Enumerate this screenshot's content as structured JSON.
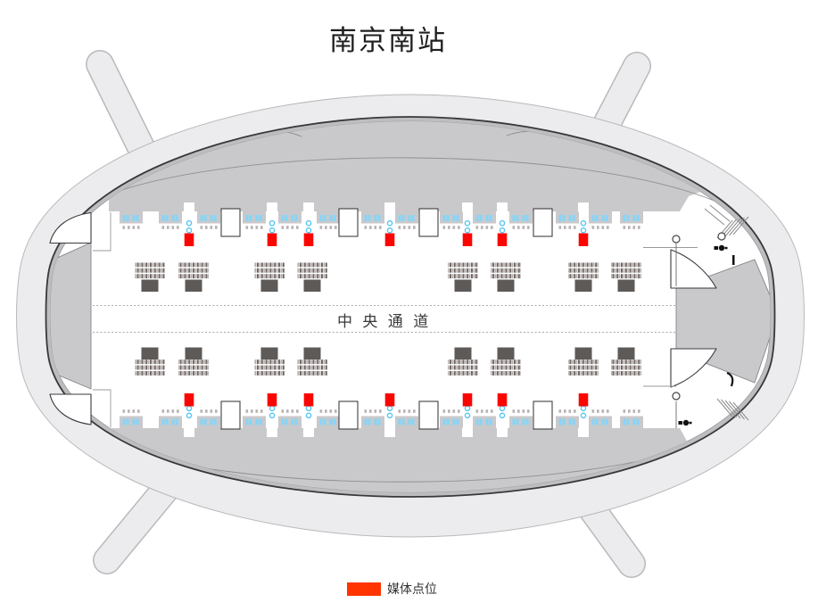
{
  "title": "南京南站",
  "corridor_label": "中 央 通 道",
  "legend": {
    "label": "媒体点位",
    "color": "#ff3400"
  },
  "palette": {
    "shell": "#ececee",
    "shell_stroke": "#b9b9bc",
    "ring": "#bdbdc0",
    "ring_line": "#38383a",
    "floor": "#ffffff",
    "floor_stroke": "#9a9a9e",
    "platform": "#c9c9cb",
    "structure_outline": "#85858a",
    "gate_blue": "#85d5f8",
    "circle_blue": "#55c6f2",
    "media_red": "#fa0600",
    "legend_red": "#ff3400",
    "gate_dot": "#b8b2b0",
    "seat_dark": "#6e6562",
    "seat_light": "#b2abaa",
    "seat_pedestal": "#5d5a58",
    "stair_stroke": "#3f3f42"
  },
  "map": {
    "station_name": "南京南站",
    "rows": [
      "north",
      "south"
    ],
    "gate_module_xs": [
      134,
      178,
      221,
      272,
      312,
      355,
      405,
      443,
      493,
      530,
      571,
      623,
      660,
      695
    ],
    "stairwell_xs": [
      248,
      380,
      470,
      598
    ],
    "media_point_xs": [
      212,
      305,
      346,
      437,
      524,
      563,
      654
    ],
    "media_points_per_row": 7,
    "media_point_total": 14,
    "seat_group_xs": [
      151,
      200,
      285,
      333,
      502,
      550,
      637,
      685
    ]
  }
}
